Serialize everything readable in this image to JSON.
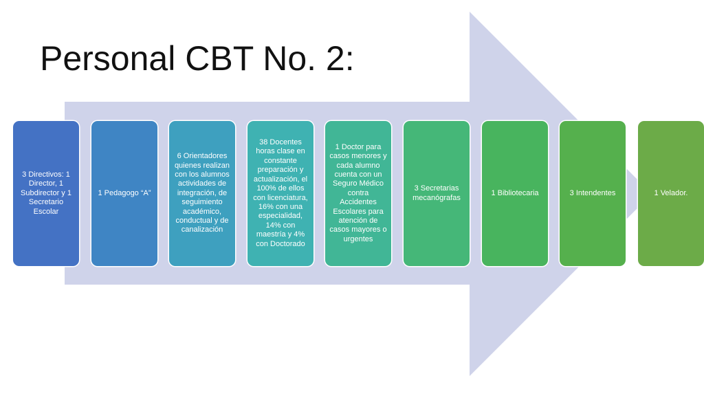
{
  "title": "Personal CBT No. 2:",
  "colors": {
    "arrow": "#cfd3ea",
    "background": "#ffffff",
    "box_text": "#ffffff"
  },
  "steps": [
    {
      "label": "3 Directivos: 1 Director, 1 Subdirector y 1 Secretario Escolar",
      "color": "#4472c4"
    },
    {
      "label": "1 Pedagogo “A”",
      "color": "#3f85c4"
    },
    {
      "label": "6 Orientadores quienes realizan con los alumnos actividades de integración, de seguimiento académico, conductual y de canalización",
      "color": "#3ea0bf"
    },
    {
      "label": "38 Docentes horas clase en constante preparación y actualización, el 100% de ellos con licenciatura, 16% con una especialidad, 14% con maestría y 4% con Doctorado",
      "color": "#3fb2b2"
    },
    {
      "label": "1 Doctor para casos menores y cada alumno cuenta con un Seguro Médico contra Accidentes Escolares para atención de casos mayores o urgentes",
      "color": "#41b696"
    },
    {
      "label": "3 Secretarias mecanógrafas",
      "color": "#45b778"
    },
    {
      "label": "1 Bibliotecaria",
      "color": "#48b45e"
    },
    {
      "label": "3 Intendentes",
      "color": "#55b04d"
    },
    {
      "label": "1 Velador.",
      "color": "#6cab48"
    }
  ]
}
